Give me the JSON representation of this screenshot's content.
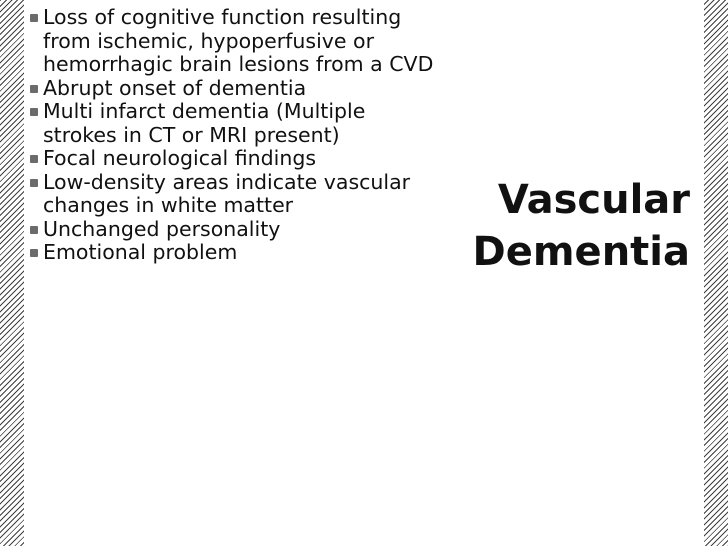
{
  "slide": {
    "title_lines": [
      "Vascular",
      "Dementia"
    ],
    "bullets": [
      "Loss of cognitive function resulting from ischemic, hypoperfusive or hemorrhagic brain lesions from a CVD",
      "Abrupt onset of dementia",
      "Multi infarct dementia (Multiple strokes in CT or MRI present)",
      "Focal neurological findings",
      "Low-density areas indicate vascular changes in white matter",
      "Unchanged personality",
      "Emotional problem"
    ]
  }
}
